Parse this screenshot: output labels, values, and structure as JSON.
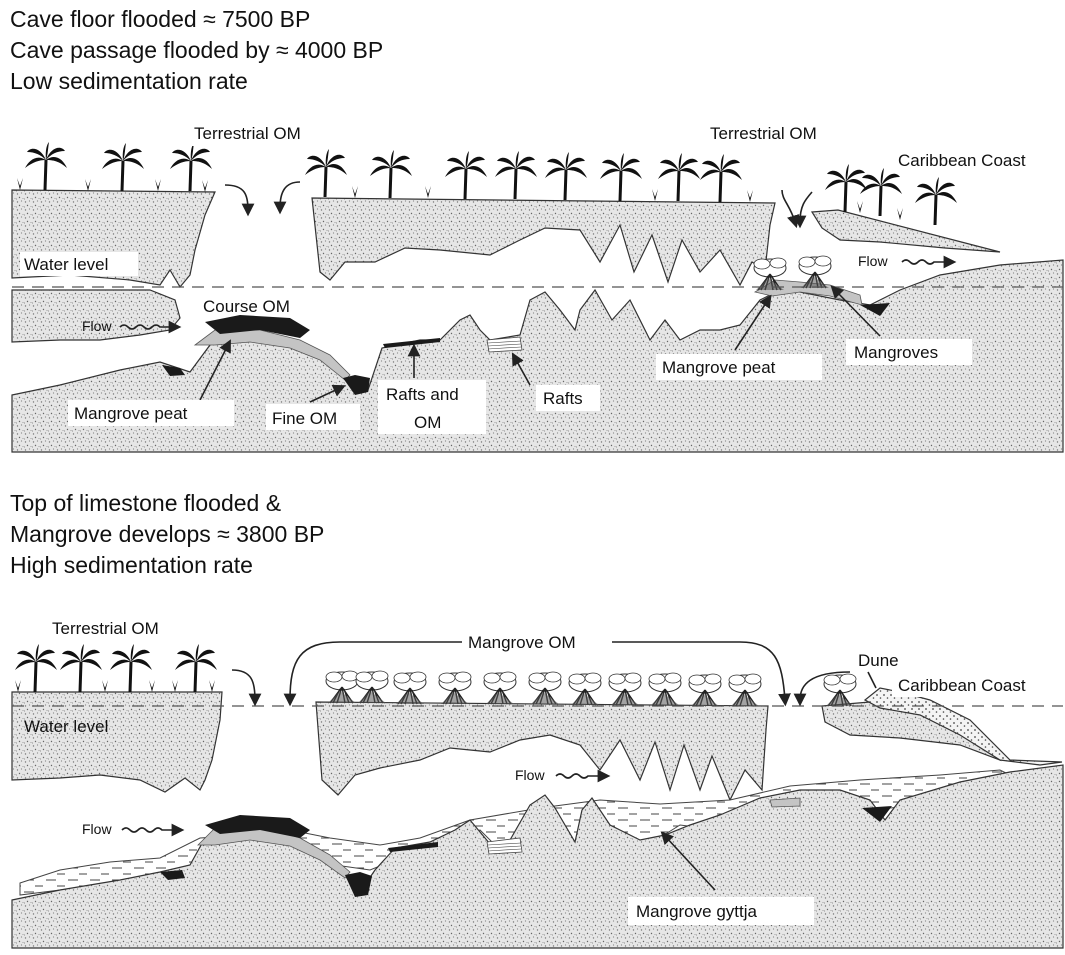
{
  "panels": {
    "top": {
      "heading": [
        "Cave floor flooded ≈ 7500 BP",
        "Cave passage flooded by ≈ 4000 BP",
        "Low sedimentation rate"
      ],
      "labels": {
        "terrestrial_om_left": "Terrestrial OM",
        "terrestrial_om_right": "Terrestrial OM",
        "caribbean_coast": "Caribbean Coast",
        "water_level": "Water level",
        "flow_left": "Flow",
        "flow_right": "Flow",
        "course_om": "Course OM",
        "mangrove_peat_left": "Mangrove peat",
        "fine_om": "Fine OM",
        "rafts_and_om_line1": "Rafts and",
        "rafts_and_om_line2": "OM",
        "rafts": "Rafts",
        "mangrove_peat_right": "Mangrove peat",
        "mangroves": "Mangroves"
      }
    },
    "bottom": {
      "heading": [
        "Top of limestone flooded &",
        "Mangrove develops ≈ 3800 BP",
        "High sedimentation rate"
      ],
      "labels": {
        "terrestrial_om": "Terrestrial OM",
        "mangrove_om": "Mangrove OM",
        "dune": "Dune",
        "caribbean_coast": "Caribbean Coast",
        "water_level": "Water level",
        "flow_center": "Flow",
        "flow_left": "Flow",
        "mangrove_gyttja": "Mangrove gyttja"
      }
    }
  },
  "colors": {
    "rock_fill": "#e4e4e4",
    "organic_matter": "#1a1a1a",
    "peat": "#c4c4c4",
    "outline": "#333333"
  }
}
